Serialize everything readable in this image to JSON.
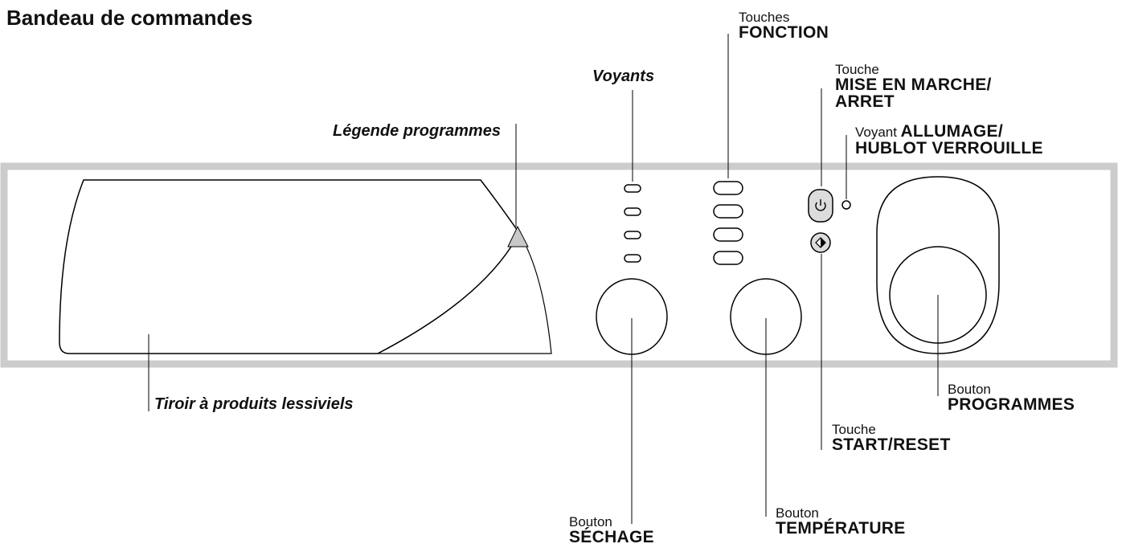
{
  "title": "Bandeau de commandes",
  "labels": {
    "voyants": "Voyants",
    "legende_programmes": "Légende programmes",
    "tiroir": "Tiroir à produits lessiviels",
    "touches_fonction": {
      "small": "Touches",
      "big": "FONCTION"
    },
    "touche_marche": {
      "small": "Touche",
      "big1": "MISE EN MARCHE/",
      "big2": "ARRET"
    },
    "voyant_allumage": {
      "small": "Voyant",
      "big1": "ALLUMAGE/",
      "big2": "HUBLOT VERROUILLE"
    },
    "bouton_programmes": {
      "small": "Bouton",
      "big": "PROGRAMMES"
    },
    "touche_start": {
      "small": "Touche",
      "big": "START/RESET"
    },
    "bouton_temperature": {
      "small": "Bouton",
      "big": "TEMPÉRATURE"
    },
    "bouton_sechage": {
      "small": "Bouton",
      "big": "SÉCHAGE"
    }
  },
  "icons": {
    "power": "power-icon",
    "start": "start-reset-icon"
  },
  "colors": {
    "panel_border": "#cccccc",
    "button_fill": "#dcdcdc",
    "legend_fill": "#c8c8c8",
    "line": "#000000"
  }
}
